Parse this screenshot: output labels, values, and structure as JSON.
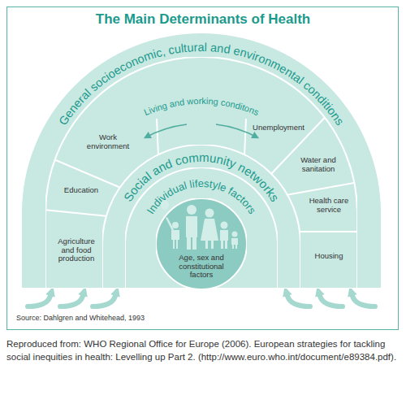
{
  "diagram": {
    "title": "The Main Determinants of Health",
    "caption": "Reproduced from: WHO Regional Office for Europe (2006). European strategies for tackling social inequities in health: Levelling up Part 2. (http://www.euro.who.int/document/e89384.pdf).",
    "nodes": [
      {
        "text": [
          "General socioeconomic, cultural and environmental conditions"
        ]
      },
      {
        "text": [
          "Living and working conditons"
        ],
        "in": 0
      },
      {
        "text": [
          "Agriculture and food production"
        ],
        "in": 1
      },
      {
        "text": [
          "Education"
        ],
        "in": 1
      },
      {
        "text": [
          "Work environment"
        ],
        "in": 1
      },
      {
        "text": [
          "Unemployment"
        ],
        "in": 1
      },
      {
        "text": [
          "Water and sanitation"
        ],
        "in": 1
      },
      {
        "text": [
          "Health care service"
        ],
        "in": 1
      },
      {
        "text": [
          "Housing"
        ],
        "in": 1
      },
      {
        "text": [
          "Social and community networks"
        ],
        "in": 1
      },
      {
        "text": [
          "Individual lifestyle factors"
        ],
        "in": 9
      },
      {
        "text": [
          "Age, sex and constitutional factors"
        ],
        "in": 10
      }
    ],
    "labels": [
      "Source: Dahlgren and Whitehead, 1993"
    ]
  }
}
